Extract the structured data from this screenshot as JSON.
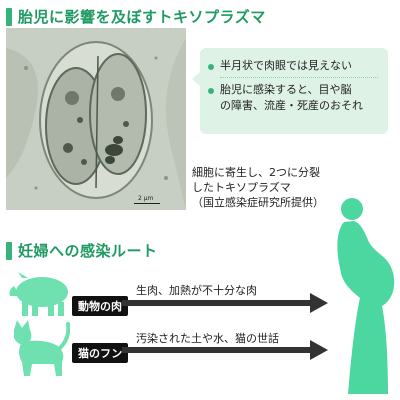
{
  "heading_top": "胎児に影響を及ぼすトキソプラズマ",
  "callout": {
    "line1": "半月状で肉眼では見えない",
    "line2": "胎児に感染すると、目や脳",
    "line3": "の障害、流産・死産のおそれ"
  },
  "caption": {
    "line1": "細胞に寄生し、2つに分裂",
    "line2": "したトキソプラズマ",
    "line3": "（国立感染症研究所提供）"
  },
  "scale_label": "2 μm",
  "heading_bottom": "妊婦への感染ルート",
  "routes": [
    {
      "label": "動物の肉",
      "text": "生肉、加熱が不十分な肉",
      "icon": "pig-icon"
    },
    {
      "label": "猫のフン",
      "text": "汚染された土や水、猫の世話",
      "icon": "cat-icon"
    }
  ],
  "colors": {
    "accent": "#35b37a",
    "heading": "#1f9a63",
    "callout_bg": "#dff2e6",
    "figure": "#4cd6a0",
    "animal": "#6fe0b0",
    "arrow": "#333333",
    "label_bg": "#111111"
  }
}
